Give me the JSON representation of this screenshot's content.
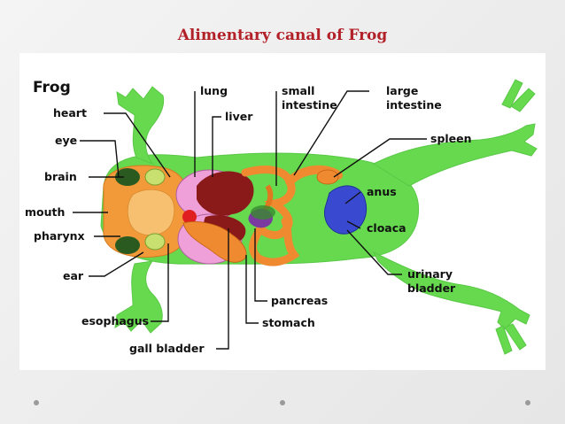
{
  "slide": {
    "title": "Alimentary canal of Frog"
  },
  "diagram": {
    "heading": "Frog",
    "labels": {
      "heart": "heart",
      "eye": "eye",
      "brain": "brain",
      "mouth": "mouth",
      "pharynx": "pharynx",
      "ear": "ear",
      "esophagus": "esophagus",
      "gall_bladder": "gall bladder",
      "lung": "lung",
      "liver": "liver",
      "small_intestine_1": "small",
      "small_intestine_2": "intestine",
      "large_intestine_1": "large",
      "large_intestine_2": "intestine",
      "spleen": "spleen",
      "anus": "anus",
      "cloaca": "cloaca",
      "urinary_bladder_1": "urinary",
      "urinary_bladder_2": "bladder",
      "pancreas": "pancreas",
      "stomach": "stomach"
    },
    "colors": {
      "body": "#66d94f",
      "head": "#f29a3a",
      "lung": "#f0a0d8",
      "liver": "#8a1a1a",
      "intestine": "#f08a30",
      "spleen": "#f08a30",
      "bladder": "#3a4ad0",
      "eye": "#2a5a20",
      "pancreas": "#7a3aa0"
    }
  }
}
